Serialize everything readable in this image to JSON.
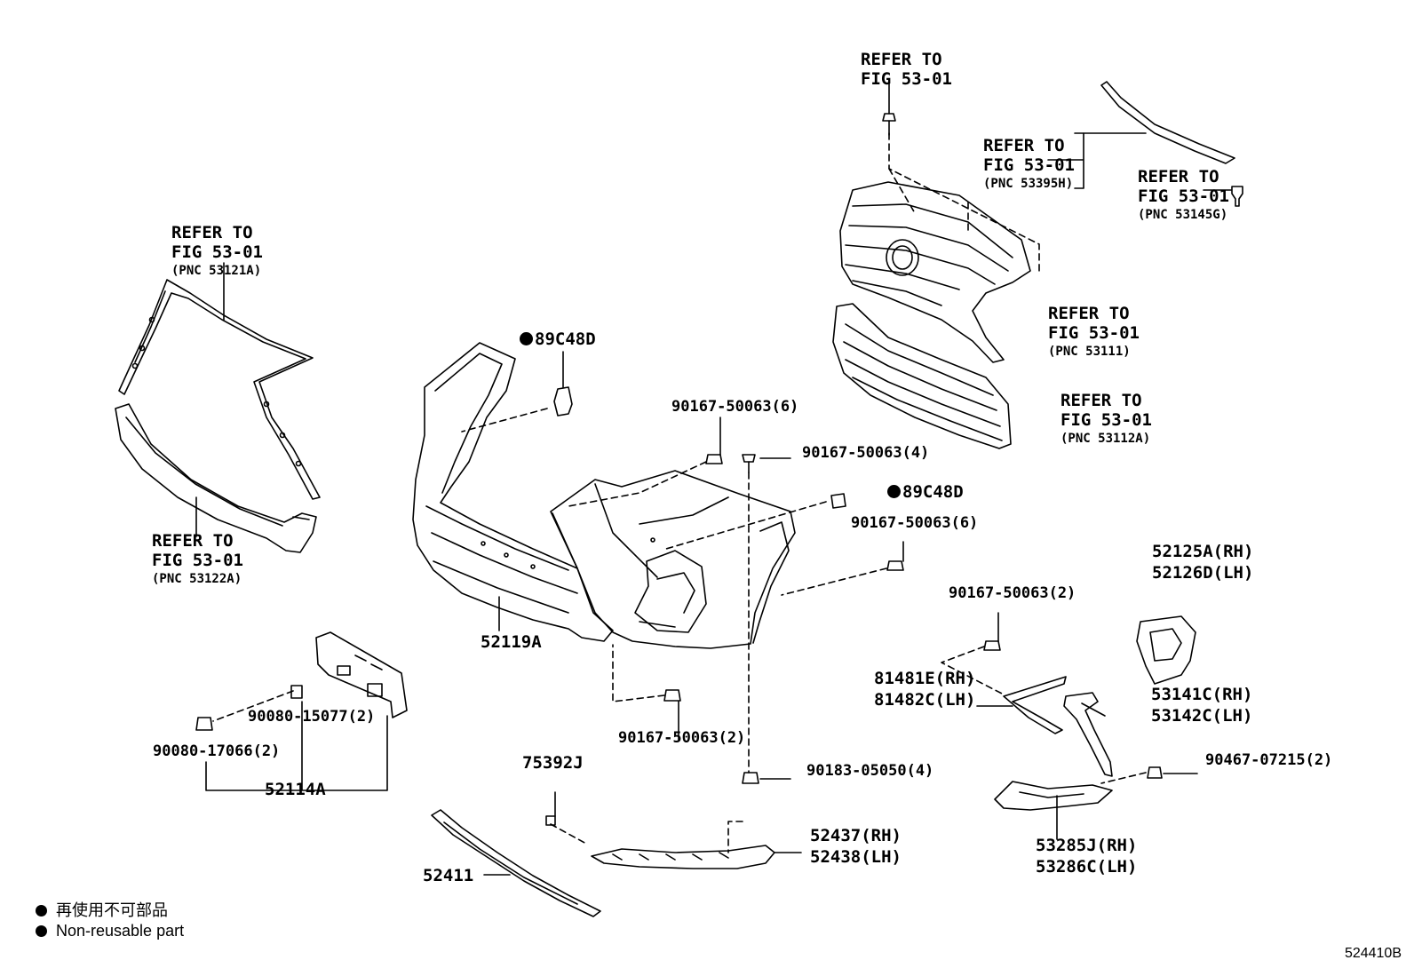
{
  "refer_labels": [
    {
      "l1": "REFER TO",
      "l2": "FIG 53-01",
      "l3": ""
    },
    {
      "l1": "REFER TO",
      "l2": "FIG 53-01",
      "l3": "(PNC 53395H)"
    },
    {
      "l1": "REFER TO",
      "l2": "FIG 53-01",
      "l3": "(PNC 53145G)"
    },
    {
      "l1": "REFER TO",
      "l2": "FIG 53-01",
      "l3": "(PNC 53121A)"
    },
    {
      "l1": "REFER TO",
      "l2": "FIG 53-01",
      "l3": "(PNC 53111)"
    },
    {
      "l1": "REFER TO",
      "l2": "FIG 53-01",
      "l3": "(PNC 53112A)"
    },
    {
      "l1": "REFER TO",
      "l2": "FIG 53-01",
      "l3": "(PNC 53122A)"
    }
  ],
  "parts": {
    "p89c48d_a": "89C48D",
    "p89c48d_b": "89C48D",
    "p90167_6a": "90167-50063(6)",
    "p90167_4": "90167-50063(4)",
    "p90167_6b": "90167-50063(6)",
    "p90167_2a": "90167-50063(2)",
    "p90167_2b": "90167-50063(2)",
    "p52125a": "52125A(RH)",
    "p52126d": "52126D(LH)",
    "p52119a": "52119A",
    "p81481e": "81481E(RH)",
    "p81482c": "81482C(LH)",
    "p53141c": "53141C(RH)",
    "p53142c": "53142C(LH)",
    "p90080_15077": "90080-15077(2)",
    "p90080_17066": "90080-17066(2)",
    "p52114a": "52114A",
    "p75392j": "75392J",
    "p90183": "90183-05050(4)",
    "p90467": "90467-07215(2)",
    "p52437": "52437(RH)",
    "p52438": "52438(LH)",
    "p52411": "52411",
    "p53285j": "53285J(RH)",
    "p53286c": "53286C(LH)"
  },
  "legend": {
    "jp": "再使用不可部品",
    "en": "Non-reusable part"
  },
  "figure_id": "524410B"
}
